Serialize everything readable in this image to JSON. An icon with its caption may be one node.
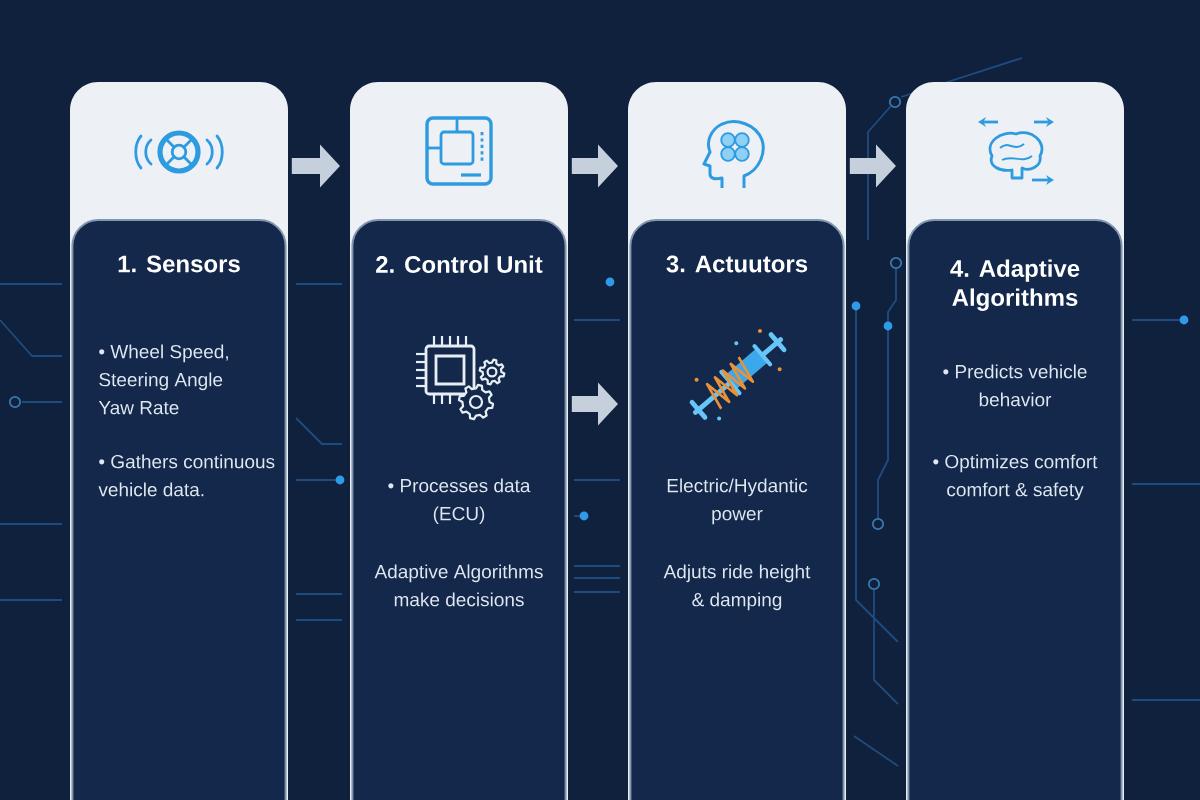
{
  "diagram": {
    "nodes": [
      {
        "text": [
          "1. Sensors",
          "• Wheel Speed, Steering Angle Yaw Rate",
          "• Gathers continuous vehicle data."
        ]
      },
      {
        "text": [
          "2. Control Unit",
          "• Processes data (ECU)",
          "Adaptive Algorithms make decisions"
        ]
      },
      {
        "text": [
          "3. Actuutors",
          "Electric/Hydantic power",
          "Adjuts ride height & damping"
        ]
      },
      {
        "text": [
          "4. Adaptive Algorithms",
          "• Predicts vehicle behavior",
          "• Optimizes comfort comfort & safety"
        ]
      }
    ],
    "edges": [
      {
        "from": 0,
        "to": 1,
        "arrow": "to"
      },
      {
        "from": 1,
        "to": 2,
        "arrow": "to"
      },
      {
        "from": 2,
        "to": 3,
        "arrow": "to"
      },
      {
        "from": 1,
        "to": 2,
        "arrow": "to"
      }
    ]
  }
}
